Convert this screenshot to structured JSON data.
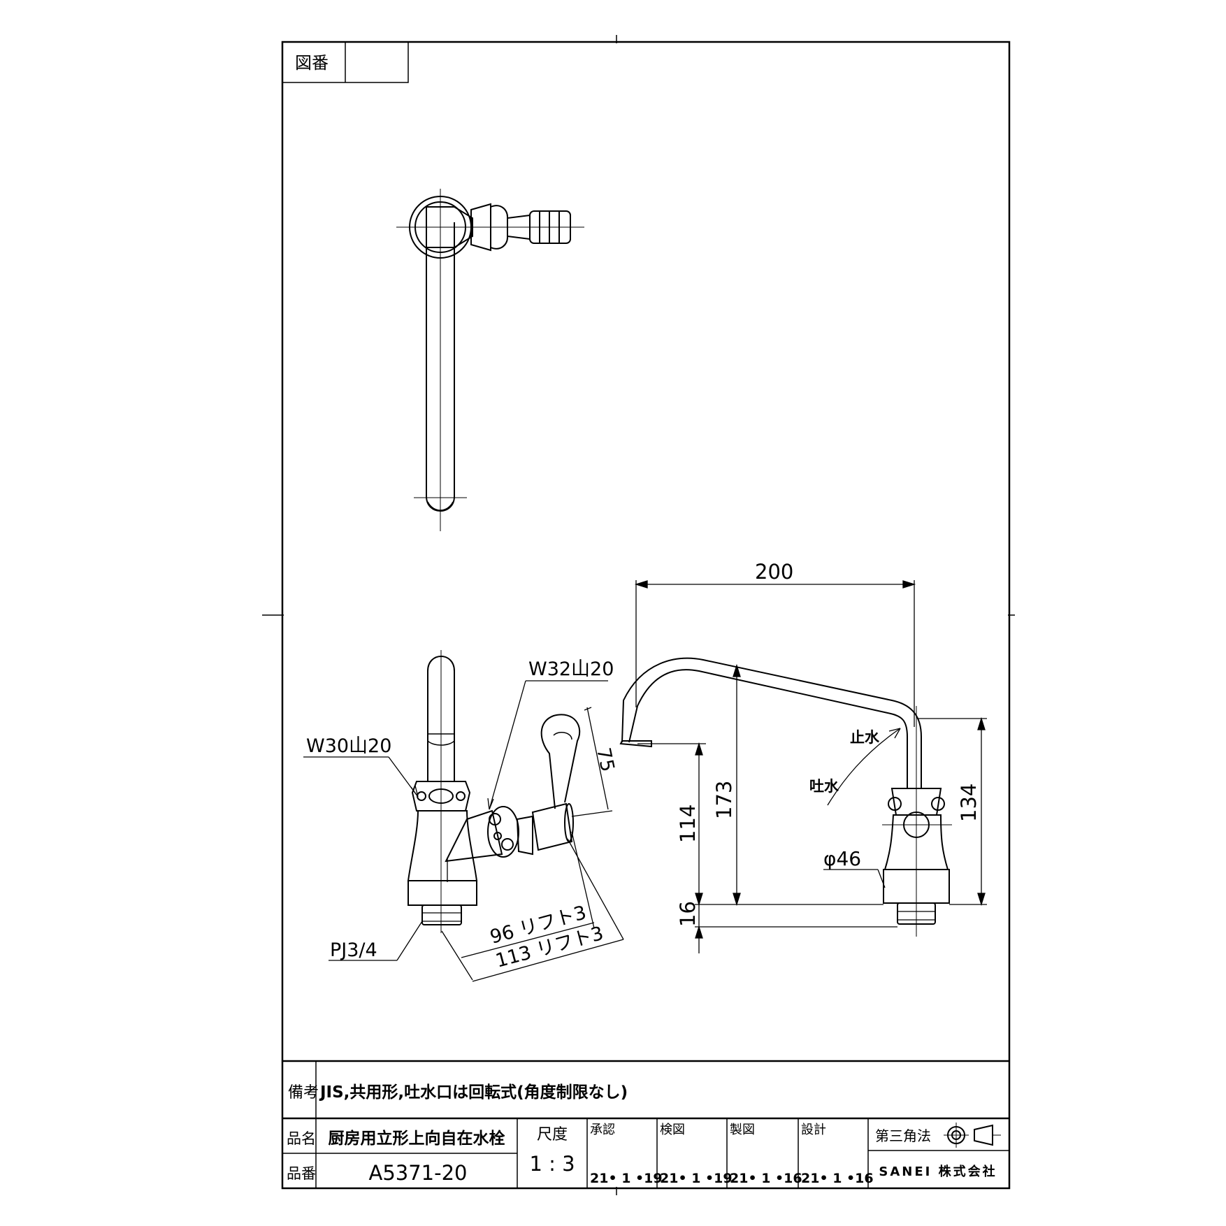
{
  "drawing_number": {
    "label": "図番",
    "value": ""
  },
  "views": {
    "plan": {
      "name": "top view of faucet"
    },
    "side": {
      "labels": {
        "spout_thread": "W30山20",
        "handle_thread": "W32山20",
        "pipe_thread": "PJ3/4",
        "handle_height": "75",
        "length_96": "96 リフト3",
        "length_113": "113 リフト3"
      }
    },
    "front": {
      "labels": {
        "spout_reach": "200",
        "height_173": "173",
        "height_114": "114",
        "height_134": "134",
        "base_16": "16",
        "diameter": "φ46",
        "stop": "止水",
        "discharge": "吐水"
      }
    }
  },
  "title_block": {
    "remarks_label": "備考",
    "remarks": "JIS,共用形,吐水口は回転式(角度制限なし)",
    "product_name_label": "品名",
    "product_name": "厨房用立形上向自在水栓",
    "product_number_label": "品番",
    "product_number": "A5371-20",
    "scale_label": "尺度",
    "scale": "1 : 3",
    "approvals": [
      {
        "label": "承認",
        "date": "21• 1 •19"
      },
      {
        "label": "検図",
        "date": "21• 1 •19"
      },
      {
        "label": "製図",
        "date": "21• 1 •16"
      },
      {
        "label": "設計",
        "date": "21• 1 •16"
      }
    ],
    "projection_label": "第三角法",
    "company": "SANEI 株式会社"
  }
}
